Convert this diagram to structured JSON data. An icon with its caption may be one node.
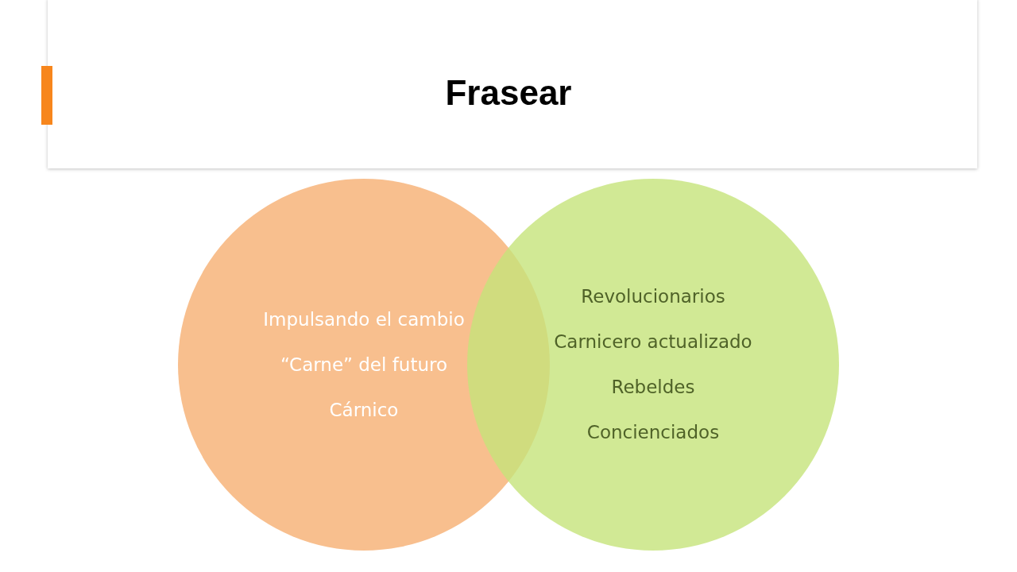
{
  "diagram": {
    "title": "Frasear",
    "nodes": [
      {
        "text": [
          "Impulsando el cambio",
          "“Carne” del futuro",
          "Cárnico"
        ]
      },
      {
        "text": [
          "Revolucionarios",
          "Carnicero actualizado",
          "Rebeldes",
          "Concienciados"
        ]
      }
    ]
  }
}
